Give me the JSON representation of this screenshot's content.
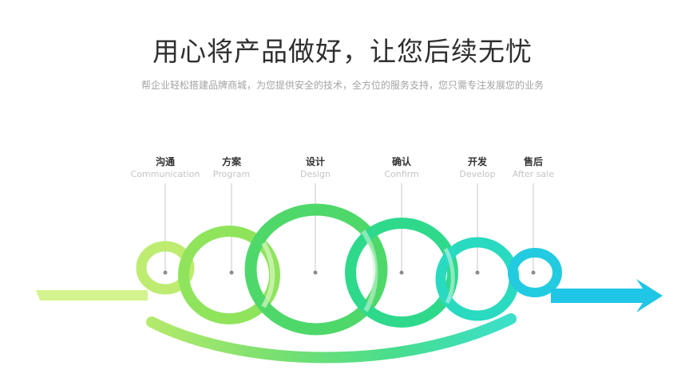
{
  "header": {
    "title": "用心将产品做好，让您后续无忧",
    "subtitle": "帮企业轻松搭建品牌商城，为您提供安全的技术，全方位的服务支持，您只需专注发展您的业务"
  },
  "process": {
    "steps": [
      {
        "zh": "沟通",
        "en": "Communication"
      },
      {
        "zh": "方案",
        "en": "Program"
      },
      {
        "zh": "设计",
        "en": "Design"
      },
      {
        "zh": "确认",
        "en": "Confirm"
      },
      {
        "zh": "开发",
        "en": "Develop"
      },
      {
        "zh": "售后",
        "en": "After sale"
      }
    ]
  },
  "colors": {
    "start": "#cdf080",
    "green1": "#a6e65a",
    "green2": "#6fdc5a",
    "green3": "#3fd777",
    "teal1": "#2fd9a4",
    "teal2": "#2ad8cf",
    "end": "#22c8e6",
    "leader": "#c8c8c8",
    "dot": "#8c8c8c"
  }
}
